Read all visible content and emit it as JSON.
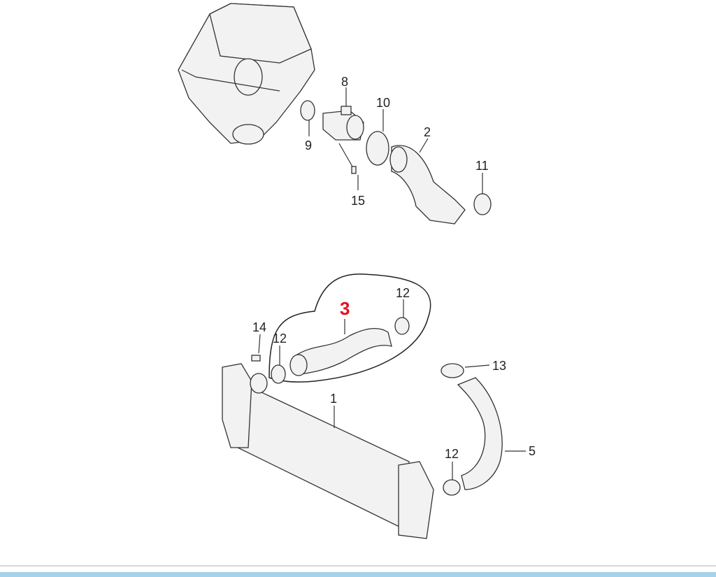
{
  "diagram": {
    "callouts": {
      "p8": "8",
      "p10": "10",
      "p2": "2",
      "p9": "9",
      "p11": "11",
      "p15": "15",
      "p3": "3",
      "p12a": "12",
      "p14": "14",
      "p12b": "12",
      "p13": "13",
      "p1": "1",
      "p5": "5",
      "p12c": "12"
    },
    "highlight_color": "#e0141e"
  }
}
